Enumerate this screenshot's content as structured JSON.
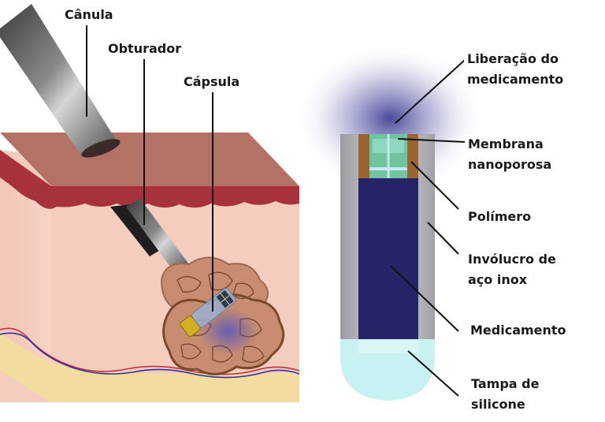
{
  "labels": {
    "canula": "Cânula",
    "obturador": "Obturador",
    "capsula": "Cápsula",
    "liberacao": [
      "Liberação do",
      "medicamento"
    ],
    "membrana": [
      "Membrana",
      "nanoporosa"
    ],
    "polimero": "Polímero",
    "involucro": [
      "Invólucro de",
      "aço inox"
    ],
    "medicamento": "Medicamento",
    "tampa": [
      "Tampa de",
      "silicone"
    ]
  },
  "colors": {
    "skin_top": "#b37265",
    "dermis_band": "#a8323c",
    "tissue": "#f5cdbf",
    "fat_layer": "#f3dca0",
    "tumor": "#c88d70",
    "tumor_outline": "#7a4a2a",
    "canula_steel": "#6a6a6a",
    "casing_steel": "#b8b8bc",
    "drug": "#242466",
    "polymer": "#9a6530",
    "membrane": "#70c4a0",
    "silicone_cap": "#c8f2f2",
    "release_glow": "#2a2a8a",
    "vessel_red": "#c03040",
    "vessel_blue": "#3030a0"
  }
}
